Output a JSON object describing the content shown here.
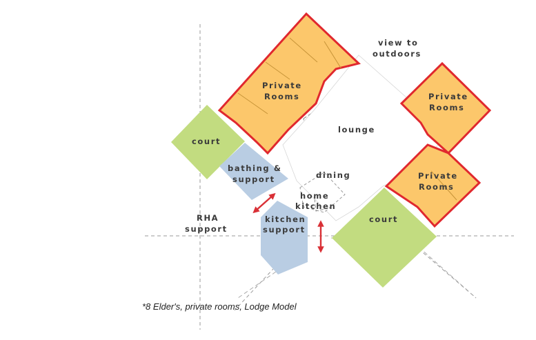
{
  "diagram": {
    "labels": {
      "view_line1": "view to",
      "view_line2": "outdoors",
      "private_rooms_line1": "Private",
      "private_rooms_line2": "Rooms",
      "court": "court",
      "lounge": "lounge",
      "bathing_line1": "bathing &",
      "bathing_line2": "support",
      "dining": "dining",
      "home_kitchen_line1": "home",
      "home_kitchen_line2": "kitchen",
      "kitchen_support_line1": "kitchen",
      "kitchen_support_line2": "support",
      "rha_line1": "RHA",
      "rha_line2": "support"
    },
    "caption": "*8 Elder's, private rooms, Lodge Model",
    "colors": {
      "private_rooms_fill": "#fcc76b",
      "private_rooms_outline": "#e0282e",
      "court_fill": "#c2dc80",
      "support_fill": "#b9cde3",
      "arrow": "#d93036",
      "dashed_lines": "#9a9a9a"
    }
  }
}
